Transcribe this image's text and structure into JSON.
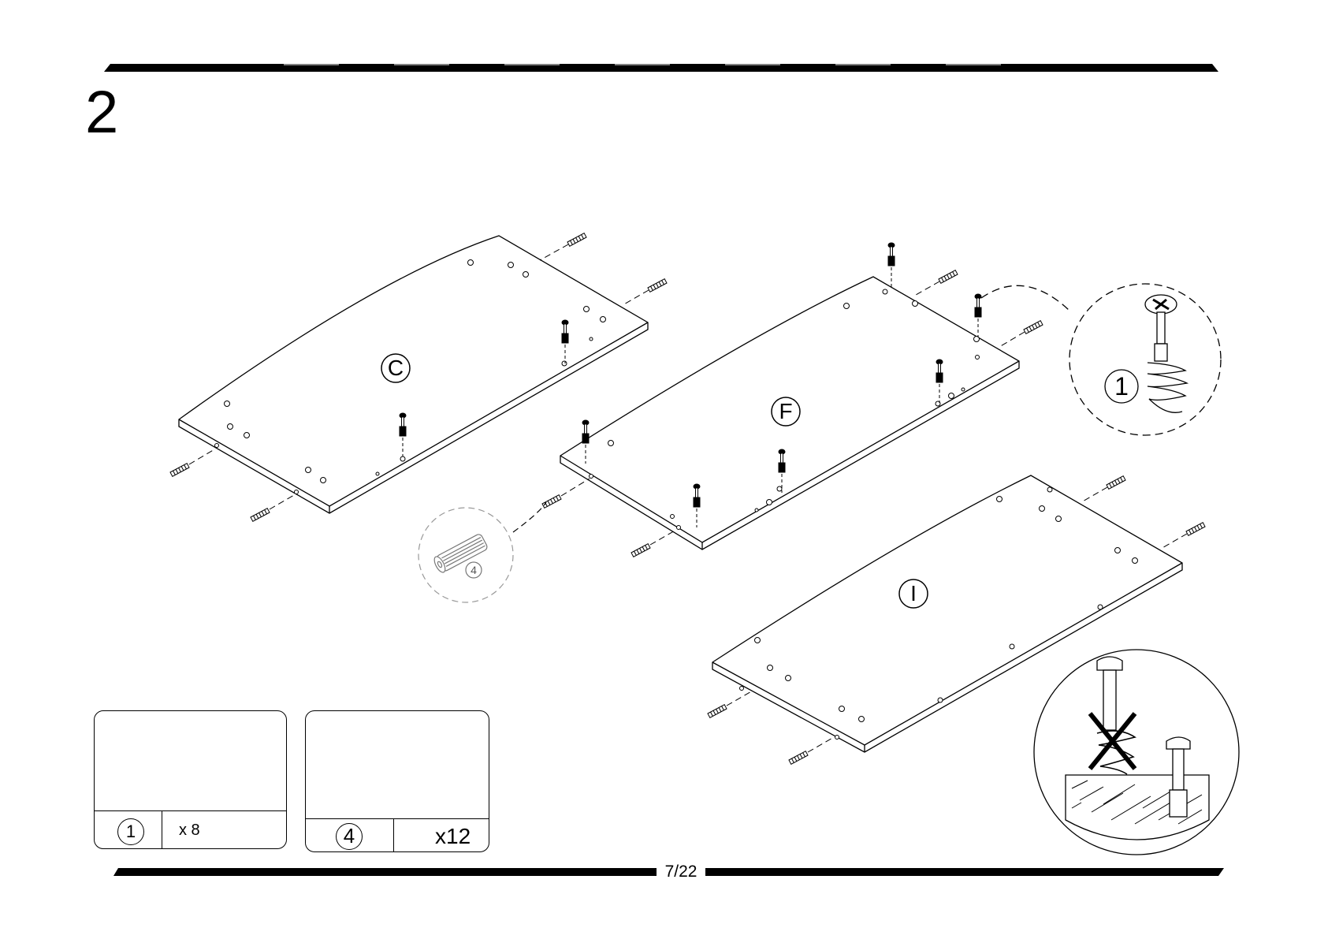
{
  "step": {
    "number": "2"
  },
  "page": {
    "label": "7/22"
  },
  "panels": [
    {
      "letter": "C"
    },
    {
      "letter": "F"
    },
    {
      "letter": "I"
    }
  ],
  "callouts": {
    "cam_bolt": "1",
    "dowel": "4"
  },
  "parts": [
    {
      "id": "1",
      "quantity": "x 8",
      "icon": "cam-bolt-icon"
    },
    {
      "id": "4",
      "quantity": "x12",
      "icon": "wooden-dowel-icon"
    }
  ]
}
